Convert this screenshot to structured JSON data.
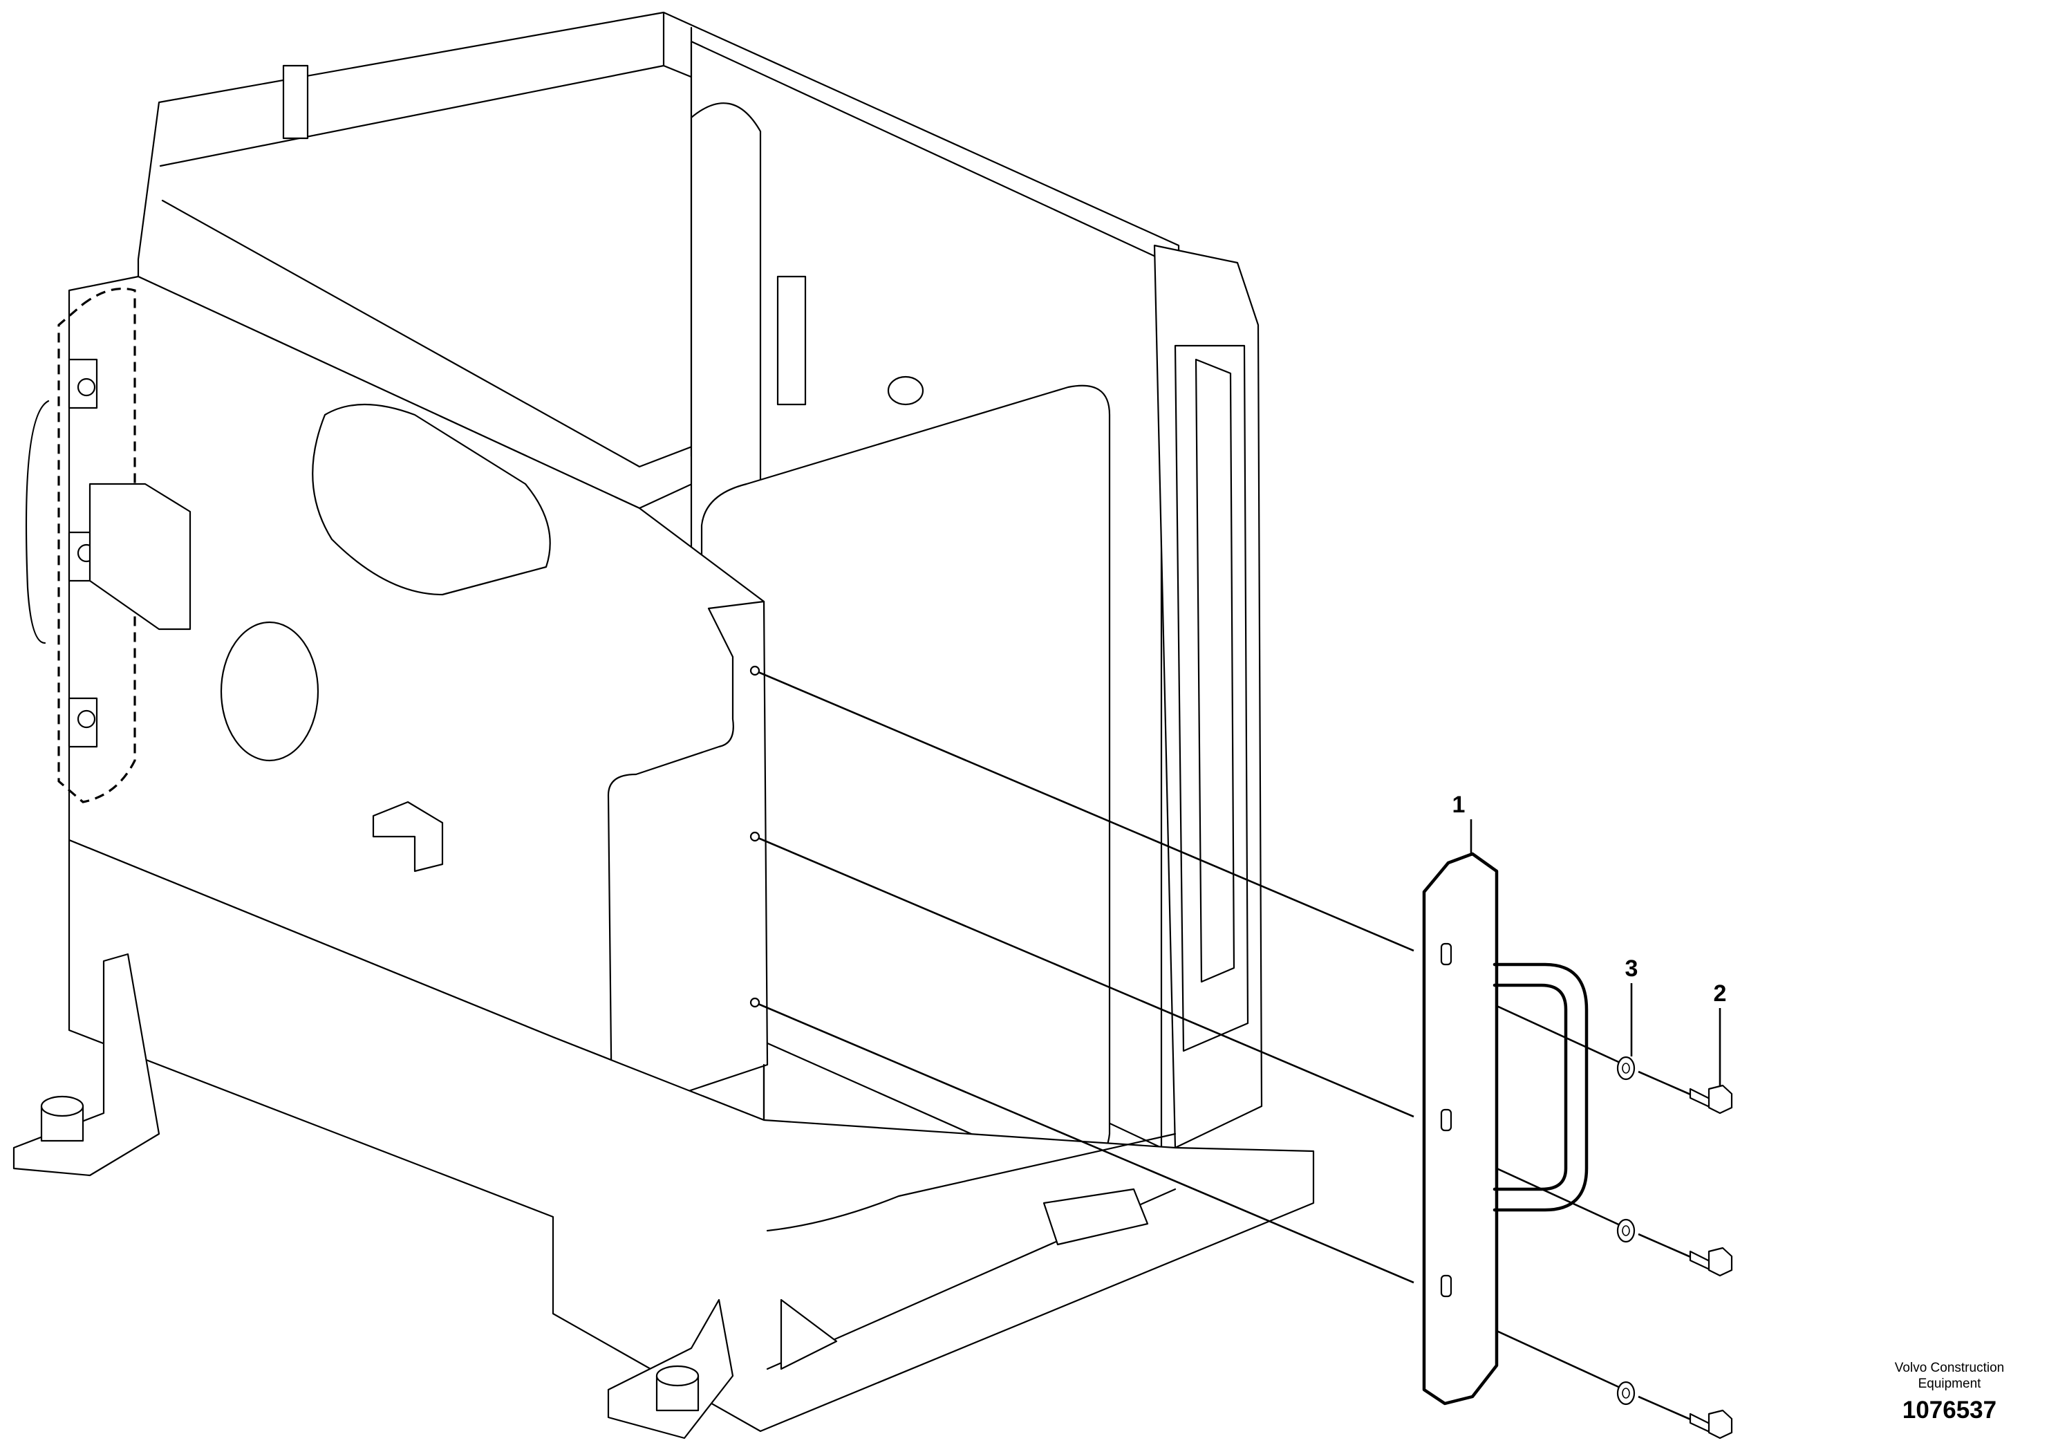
{
  "callouts": {
    "part_1": "1",
    "part_2": "2",
    "part_3": "3"
  },
  "brand": {
    "line_1": "Volvo Construction",
    "line_2": "Equipment"
  },
  "illustration_number": "1076537"
}
